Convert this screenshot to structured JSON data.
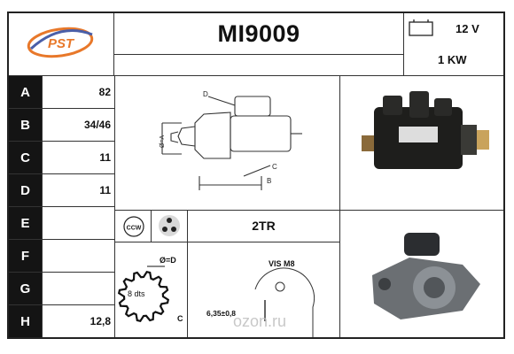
{
  "header": {
    "logo_text": "PST",
    "part_number": "MI9009",
    "voltage": "12 V",
    "power": "1 KW"
  },
  "specs": [
    {
      "letter": "A",
      "value": "82"
    },
    {
      "letter": "B",
      "value": "34/46"
    },
    {
      "letter": "C",
      "value": "11"
    },
    {
      "letter": "D",
      "value": "11"
    },
    {
      "letter": "E",
      "value": ""
    },
    {
      "letter": "F",
      "value": ""
    },
    {
      "letter": "G",
      "value": ""
    },
    {
      "letter": "H",
      "value": "12,8"
    }
  ],
  "drawing_labels": {
    "a": "Ø=A",
    "b": "B",
    "c": "C",
    "d": "D"
  },
  "rotation": {
    "label": "CCW",
    "circuit": "2TR"
  },
  "gear": {
    "teeth": "8 dts",
    "diameter": "Ø=D",
    "c": "C"
  },
  "mount": {
    "screw": "VIS M8",
    "hole": "6,35±0,8"
  },
  "watermark": "ozon.ru",
  "colors": {
    "label_bg": "#141414",
    "border": "#222222",
    "logo_orange": "#e8782a",
    "logo_blue": "#4a5fa8"
  },
  "icons": [
    "battery-icon",
    "ccw-rotation-icon",
    "connector-pins-icon"
  ]
}
